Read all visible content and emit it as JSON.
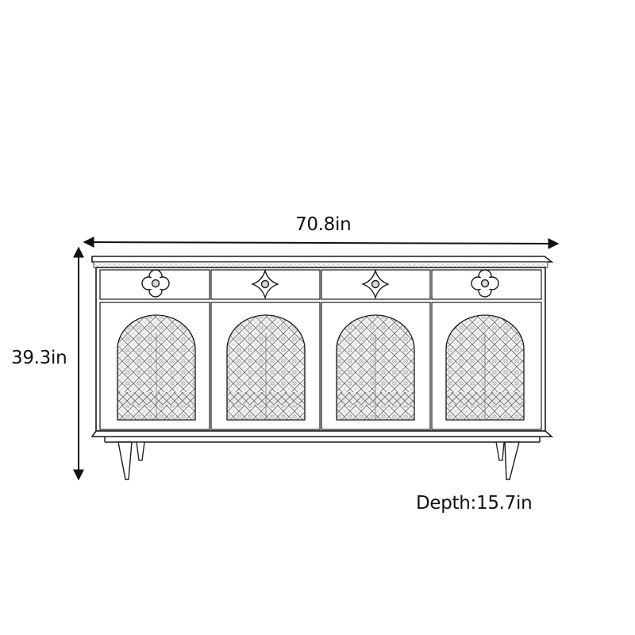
{
  "dimensions": {
    "width": "70.8in",
    "height": "39.3in",
    "depth": "Depth:15.7in"
  },
  "colors": {
    "line": "#1a1a1a",
    "lattice": "#6e6e6e",
    "background": "#ffffff"
  },
  "cabinet": {
    "drawers": [
      {
        "handle": "quatrefoil-knob-icon"
      },
      {
        "handle": "star-knob-icon"
      },
      {
        "handle": "star-knob-icon"
      },
      {
        "handle": "quatrefoil-knob-icon"
      }
    ],
    "doors": [
      {
        "panel": "arched-lattice-glass"
      },
      {
        "panel": "arched-lattice-glass"
      },
      {
        "panel": "arched-lattice-glass"
      },
      {
        "panel": "arched-lattice-glass"
      }
    ]
  }
}
